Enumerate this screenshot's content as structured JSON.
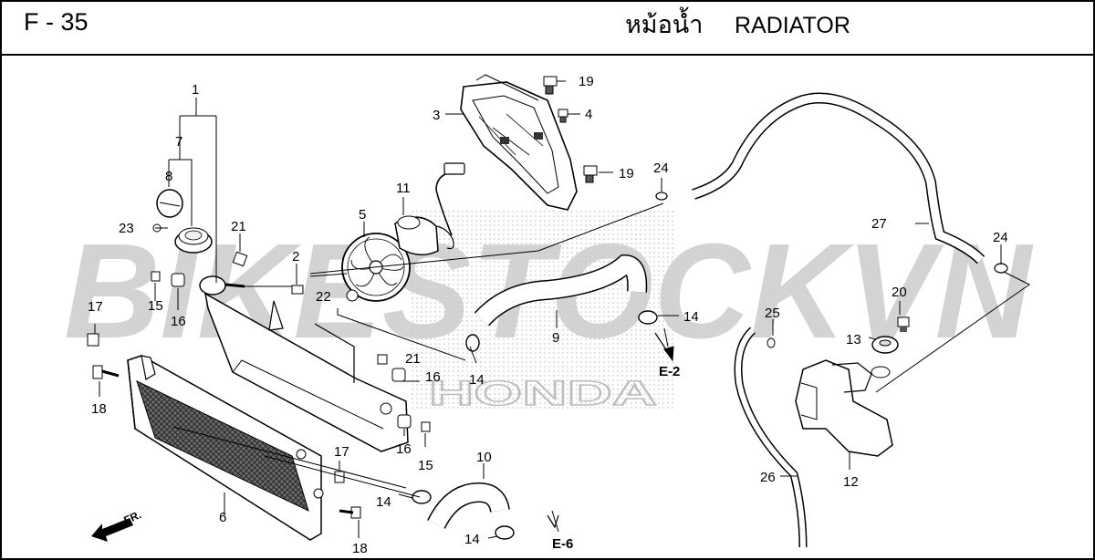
{
  "header": {
    "page_code": "F - 35",
    "title_thai": "หม้อน้ำ",
    "title_en": "RADIATOR"
  },
  "watermark": {
    "text": "BIKESTOCKVN",
    "brand_text": "HONDA",
    "color_gray": "#c8c8c8",
    "color_red": "#f3b3b3"
  },
  "front_indicator": {
    "label": "FR."
  },
  "references": {
    "e2": "E-2",
    "e6": "E-6"
  },
  "callouts": {
    "c1": "1",
    "c2": "2",
    "c3": "3",
    "c4": "4",
    "c5": "5",
    "c6": "6",
    "c7": "7",
    "c8": "8",
    "c9": "9",
    "c10": "10",
    "c11": "11",
    "c12": "12",
    "c13": "13",
    "c14a": "14",
    "c14b": "14",
    "c14c": "14",
    "c14d": "14",
    "c15a": "15",
    "c15b": "15",
    "c16a": "16",
    "c16b": "16",
    "c16c": "16",
    "c17a": "17",
    "c17b": "17",
    "c18a": "18",
    "c18b": "18",
    "c19a": "19",
    "c19b": "19",
    "c20": "20",
    "c21a": "21",
    "c21b": "21",
    "c22": "22",
    "c23": "23",
    "c24a": "24",
    "c24b": "24",
    "c25": "25",
    "c26": "26",
    "c27": "27"
  }
}
